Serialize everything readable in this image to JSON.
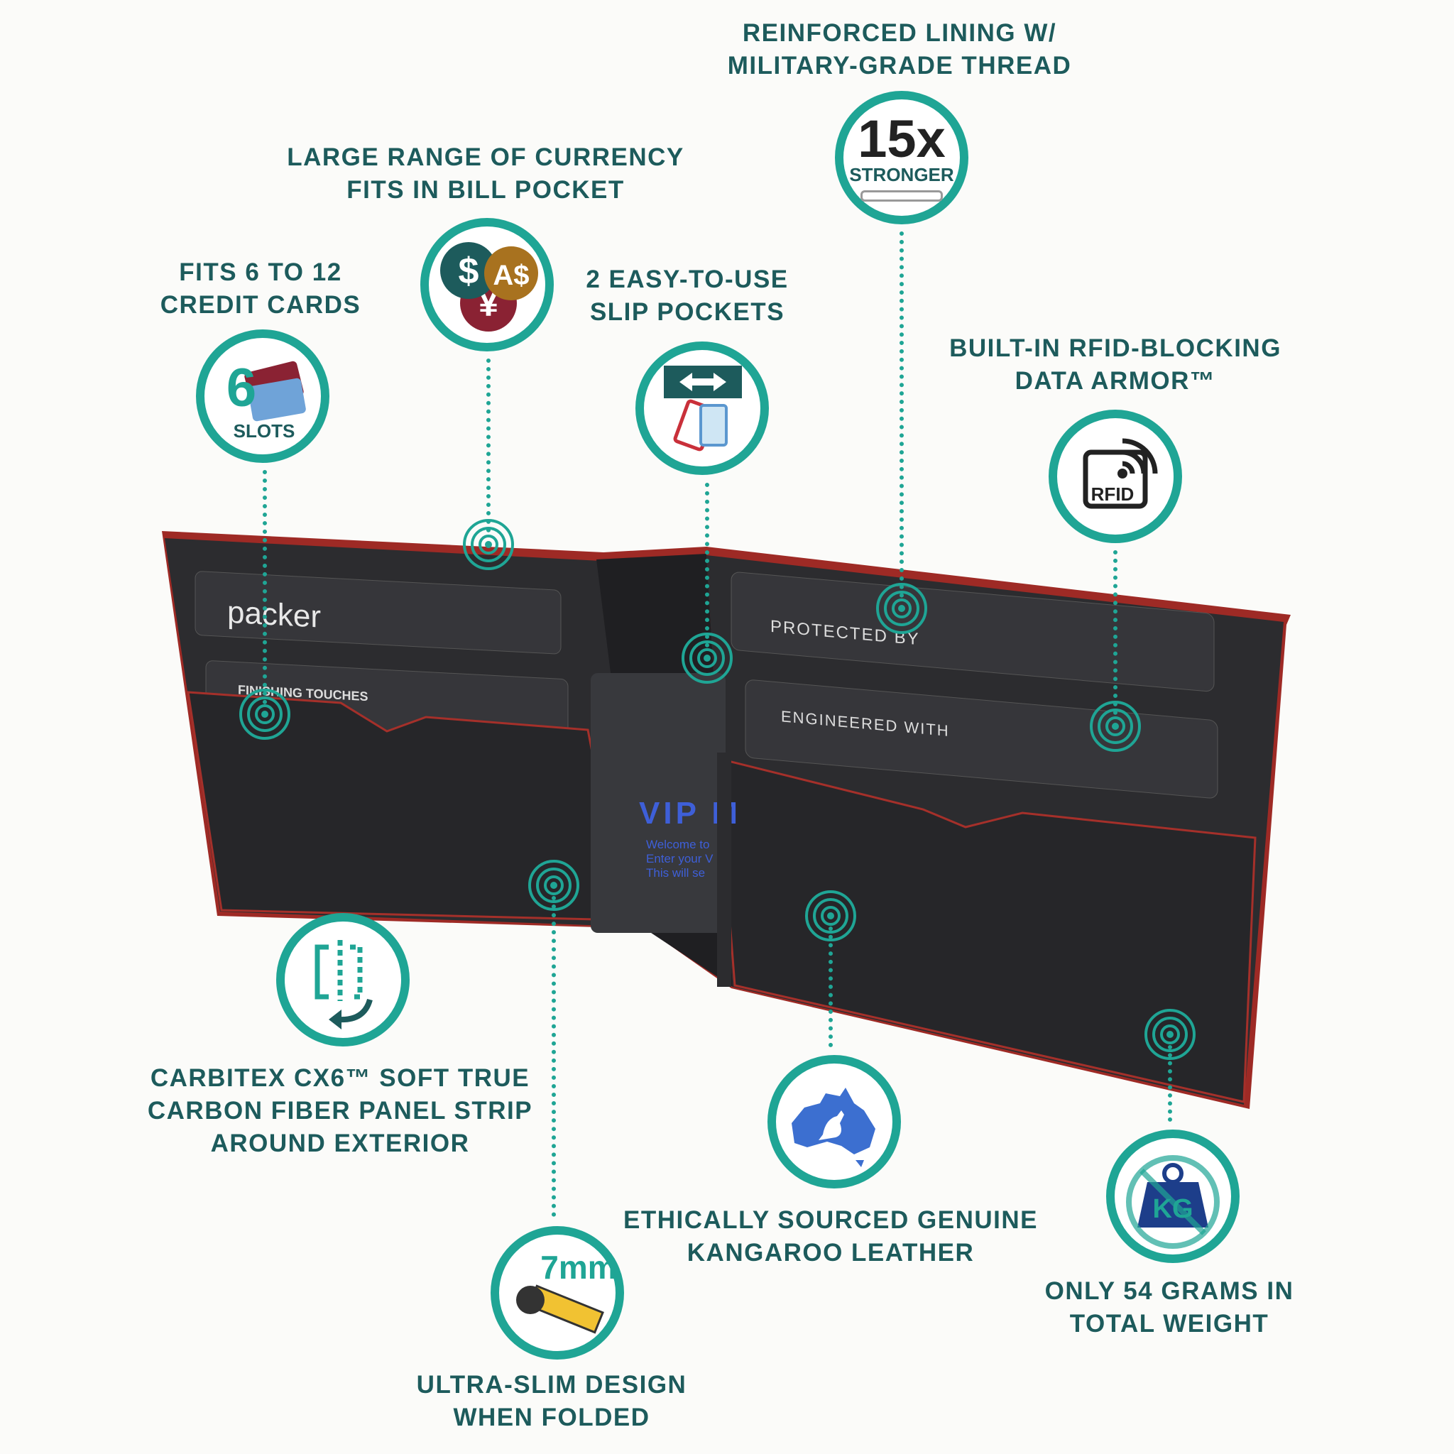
{
  "callouts": {
    "reinforced": {
      "line1": "REINFORCED LINING W/",
      "line2": "MILITARY-GRADE THREAD",
      "icon": "chain-strength-icon",
      "big": "15x",
      "small": "STRONGER"
    },
    "currency": {
      "line1": "LARGE RANGE OF CURRENCY",
      "line2": "FITS IN BILL POCKET",
      "icon": "currency-coins-icon",
      "coin1": "$",
      "coin2": "A$",
      "coin3": "¥"
    },
    "cards": {
      "line1": "FITS 6 TO 12",
      "line2": "CREDIT CARDS",
      "icon": "credit-card-slots-icon",
      "big": "6",
      "small": "SLOTS"
    },
    "slip": {
      "line1": "2 EASY-TO-USE",
      "line2": "SLIP POCKETS",
      "icon": "slip-pocket-icon"
    },
    "rfid": {
      "line1": "BUILT-IN RFID-BLOCKING",
      "line2": "DATA ARMOR™",
      "icon": "rfid-icon",
      "small": "RFID"
    },
    "carbitex": {
      "line1": "CARBITEX CX6™ SOFT TRUE",
      "line2": "CARBON FIBER PANEL STRIP",
      "line3": "AROUND EXTERIOR",
      "icon": "flex-panel-icon"
    },
    "slim": {
      "line1": "ULTRA-SLIM DESIGN",
      "line2": "WHEN FOLDED",
      "icon": "tape-measure-icon",
      "big": "7mm"
    },
    "kangaroo": {
      "line1": "ETHICALLY SOURCED GENUINE",
      "line2": "KANGAROO LEATHER",
      "icon": "australia-kangaroo-icon"
    },
    "weight": {
      "line1": "ONLY 54 GRAMS IN",
      "line2": "TOTAL WEIGHT",
      "icon": "weight-icon",
      "small": "KG"
    }
  },
  "wallet": {
    "card1": "packer",
    "card2": "PROTECTED BY",
    "card3": "ENGINEERED WITH",
    "card4": "FINISHING TOUCHES",
    "vip_title": "VIP M",
    "vip_lines": [
      "Welcome to",
      "Enter your V",
      "This will se"
    ]
  },
  "colors": {
    "teal": "#1fa595",
    "text": "#1d5b5c",
    "leather": "#2a2a2c",
    "trim": "#b0302a"
  }
}
